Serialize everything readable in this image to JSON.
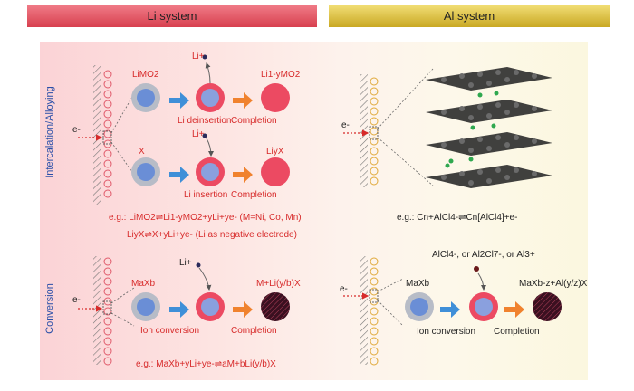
{
  "headers": {
    "li": "Li system",
    "al": "Al system"
  },
  "side_labels": {
    "intercalation": "Intercalation/Alloying",
    "conversion": "Conversion"
  },
  "li_row1": {
    "start": "LiMO2",
    "ion": "Li+",
    "step": "Li deinsertion",
    "completion": "Completion",
    "product": "Li1-yMO2"
  },
  "li_row2": {
    "start": "X",
    "ion": "Li+",
    "step": "Li insertion",
    "completion": "Completion",
    "product": "LiyX"
  },
  "li_eg1": "e.g.: LiMO2⇌Li1-yMO2+yLi+ye- (M=Ni, Co, Mn)",
  "li_eg2": "LiyX⇌X+yLi+ye- (Li as negative electrode)",
  "li_conv": {
    "start": "MaXb",
    "ion": "Li+",
    "step": "Ion conversion",
    "completion": "Completion",
    "product": "M+Li(y/b)X"
  },
  "li_conv_eg": "e.g.: MaXb+yLi+ye-⇌aM+bLi(y/b)X",
  "al_eg": "e.g.: Cn+AlCl4-⇌Cn[AlCl4]+e-",
  "al_conv": {
    "ions": "AlCl4-, or Al2Cl7-, or Al3+",
    "start": "MaXb",
    "step": "Ion conversion",
    "completion": "Completion",
    "product": "MaXb-z+Al(y/z)X"
  },
  "electron": "e-",
  "colors": {
    "red": "#d72a2a",
    "blue": "#2a4fa8",
    "pink": "#ec4a62",
    "arrow_blue": "#3f8fd8",
    "arrow_orange": "#f0822e"
  }
}
